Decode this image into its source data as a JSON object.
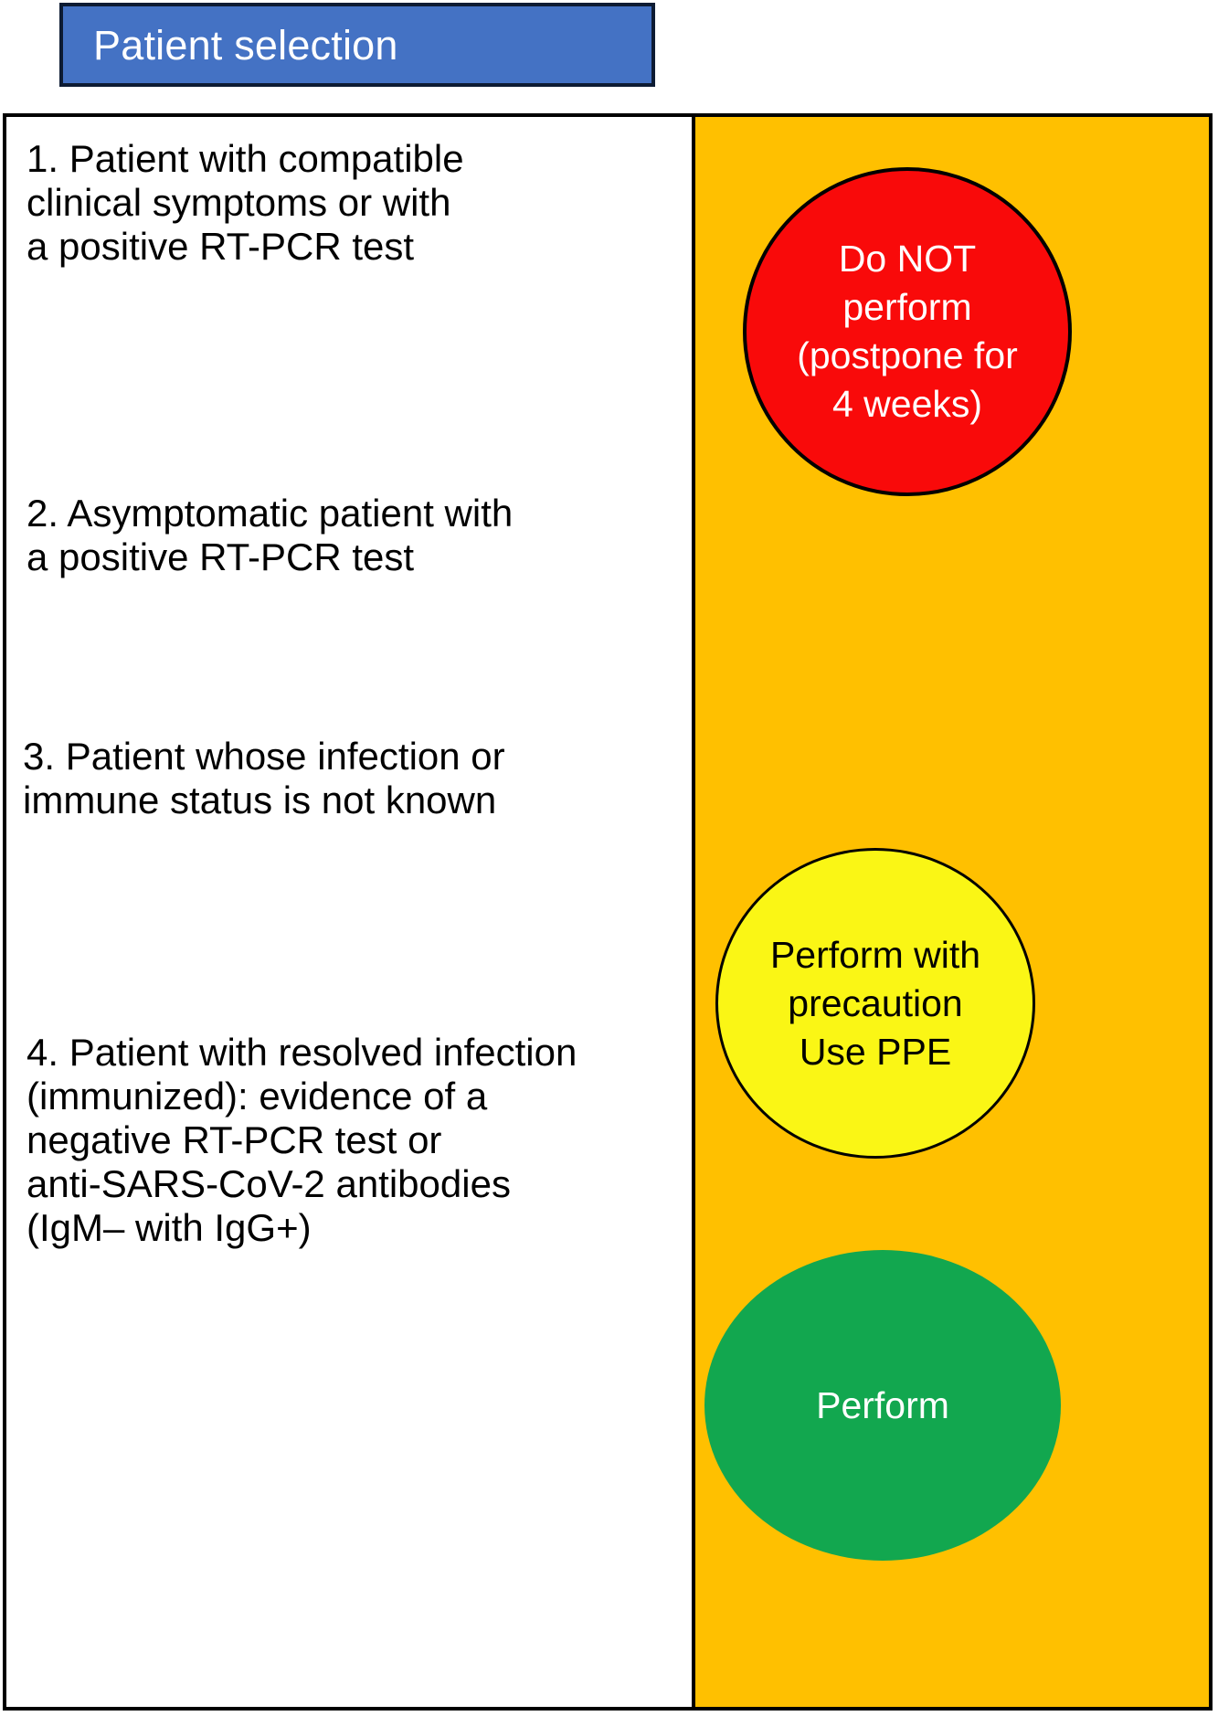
{
  "header": {
    "title": "Patient selection",
    "background_color": "#4472C4",
    "text_color": "#FFFFFF"
  },
  "panel": {
    "left_background": "#FFFFFF",
    "right_background": "#FFC000",
    "border_color": "#000000"
  },
  "criteria": [
    {
      "id": 1,
      "text": "1. Patient with compatible\n clinical symptoms or with\na positive RT-PCR test"
    },
    {
      "id": 2,
      "text": "2. Asymptomatic patient with\n a positive RT-PCR test"
    },
    {
      "id": 3,
      "text": "3. Patient whose infection or\n immune status is not known"
    },
    {
      "id": 4,
      "text": "4. Patient with resolved infection\n (immunized): evidence of a\nnegative RT-PCR test or\n anti-SARS-CoV-2 antibodies\n (IgM– with IgG+)"
    }
  ],
  "decisions": [
    {
      "id": "red",
      "label": "Do NOT\nperform\n(postpone for\n4 weeks)",
      "fill_color": "#F90A0A",
      "text_color": "#FFFFFF",
      "border_color": "#000000"
    },
    {
      "id": "yellow",
      "label": "Perform with\nprecaution\nUse PPE",
      "fill_color": "#FAF615",
      "text_color": "#000000",
      "border_color": "#000000"
    },
    {
      "id": "green",
      "label": "Perform",
      "fill_color": "#12A74F",
      "text_color": "#FFFFFF",
      "border_color": "none"
    }
  ]
}
